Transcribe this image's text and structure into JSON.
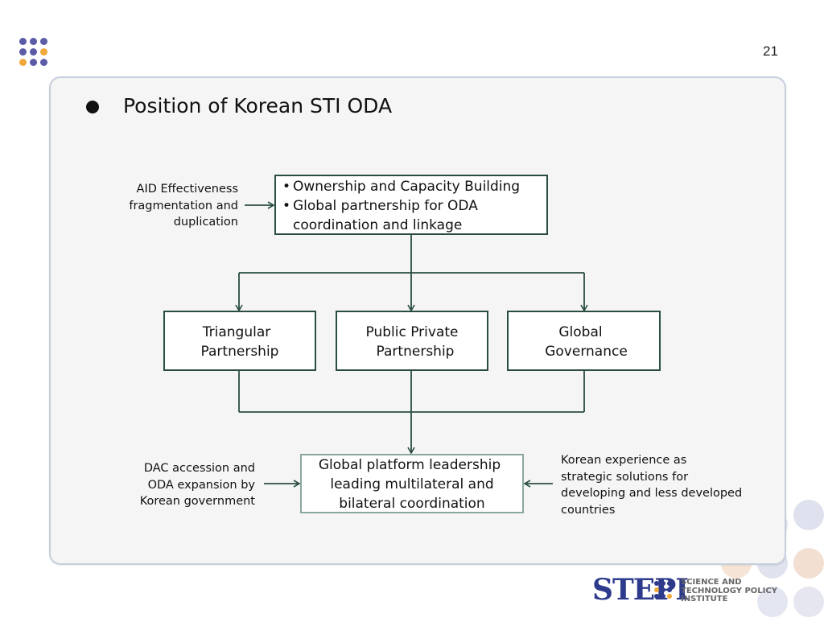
{
  "page_number": "21",
  "title": "Position of Korean STI ODA",
  "top_box": {
    "items": [
      "Ownership and Capacity Building",
      "Global partnership for ODA",
      "coordination and linkage"
    ]
  },
  "left_top_note": [
    "AID Effectiveness",
    "fragmentation and",
    "duplication"
  ],
  "middle_boxes": [
    {
      "lines": [
        "Triangular",
        "Partnership"
      ]
    },
    {
      "lines": [
        "Public Private",
        "Partnership"
      ]
    },
    {
      "lines": [
        "Global",
        "Governance"
      ]
    }
  ],
  "bottom_box": {
    "lines": [
      "Global platform leadership",
      "leading multilateral and",
      "bilateral coordination"
    ]
  },
  "left_bottom_note": [
    "DAC accession and",
    "ODA expansion by",
    "Korean government"
  ],
  "right_bottom_note": [
    "Korean experience as",
    "strategic solutions for",
    "developing and less developed",
    "countries"
  ],
  "logo": {
    "name": "STEPI",
    "subtitle": [
      "SCIENCE AND",
      "TECHNOLOGY POLICY",
      "INSTITUTE"
    ]
  },
  "colors": {
    "connector": "#2a4d43",
    "dot_purple": "#5b5ba8",
    "dot_orange": "#f0a83a",
    "logo_blue": "#2e3a8c"
  }
}
